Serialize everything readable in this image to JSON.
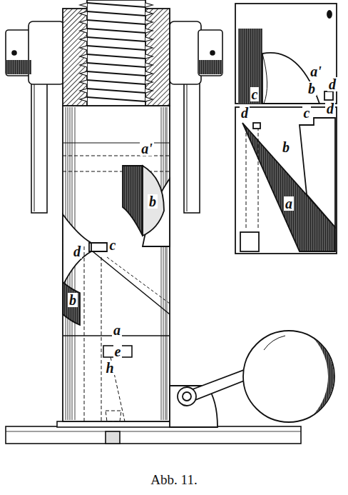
{
  "diagram": {
    "caption": "Abb. 11.",
    "labels": [
      "a'",
      "b",
      "d",
      "c",
      "b",
      "a",
      "e",
      "h",
      "a'",
      "c",
      "b",
      "d",
      "d",
      "c",
      "d",
      "b",
      "a"
    ]
  }
}
